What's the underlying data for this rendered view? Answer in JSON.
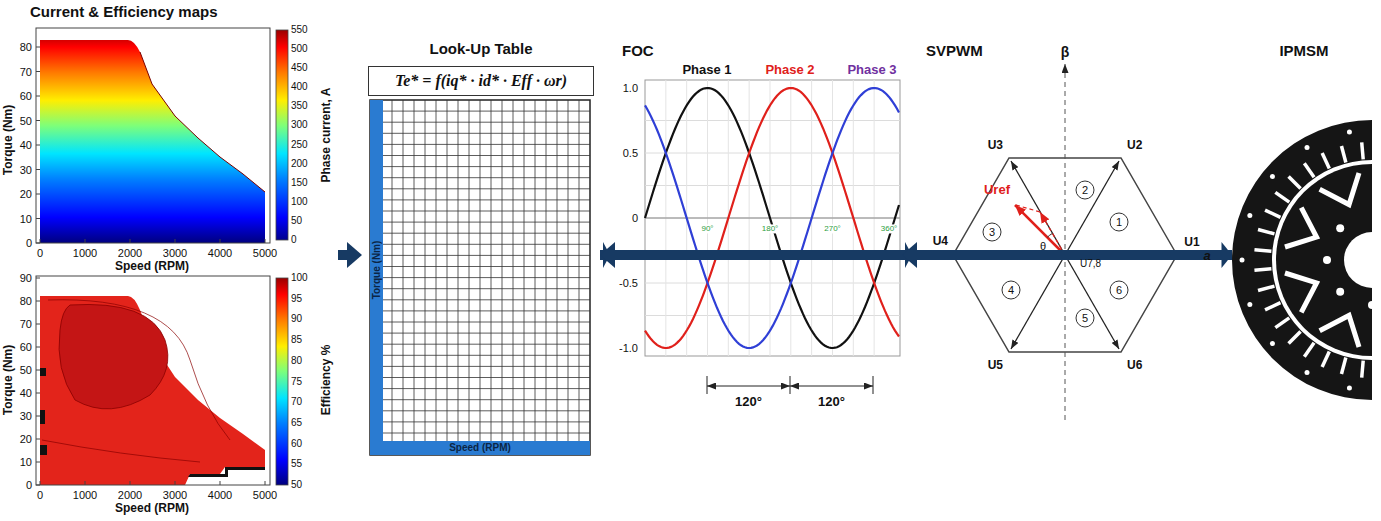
{
  "diagram": {
    "nodes": [
      {
        "text": [
          "Current & Efficiency maps"
        ]
      },
      {
        "text": [
          "Look-Up Table",
          "Te* = f(iq* · id* · Eff · ωr)"
        ]
      },
      {
        "text": [
          "FOC"
        ]
      },
      {
        "text": [
          "SVPWM"
        ]
      },
      {
        "text": [
          "IPMSM"
        ]
      }
    ],
    "edges": [
      {
        "from": 0,
        "to": 1,
        "arrow": "to"
      },
      {
        "from": 1,
        "to": 2,
        "arrow": "to"
      },
      {
        "from": 2,
        "to": 3,
        "arrow": "to"
      },
      {
        "from": 3,
        "to": 4,
        "arrow": "to"
      },
      {
        "from": 4,
        "to": 1,
        "arrow": "to"
      },
      {
        "from": 4,
        "to": 2,
        "arrow": "to"
      }
    ],
    "labels": [
      "80",
      "70",
      "60",
      "50",
      "40",
      "30",
      "20",
      "10",
      "0",
      "0",
      "1000",
      "2000",
      "3000",
      "4000",
      "5000",
      "Torque (Nm)",
      "Speed (RPM)",
      "550",
      "500",
      "450",
      "400",
      "350",
      "300",
      "250",
      "200",
      "150",
      "100",
      "50",
      "0",
      "Phase current, A",
      "90",
      "80",
      "70",
      "60",
      "50",
      "40",
      "30",
      "20",
      "10",
      "0",
      "0",
      "1000",
      "2000",
      "3000",
      "4000",
      "5000",
      "Torque (Nm)",
      "Speed (RPM)",
      "100",
      "95",
      "90",
      "85",
      "80",
      "75",
      "70",
      "65",
      "60",
      "55",
      "50",
      "Efficiency %",
      "Torque (Nm)",
      "Speed (RPM)",
      "Phase 1",
      "Phase 2",
      "Phase 3",
      "1.0",
      "0.5",
      "0",
      "-0.5",
      "-1.0",
      "90°",
      "180°",
      "270°",
      "360°",
      "120°",
      "120°",
      "β",
      "a",
      "U1",
      "U2",
      "U3",
      "U4",
      "U5",
      "U6",
      "U7,8",
      "Uref",
      "θ",
      "1",
      "2",
      "3",
      "4",
      "5",
      "6"
    ]
  }
}
